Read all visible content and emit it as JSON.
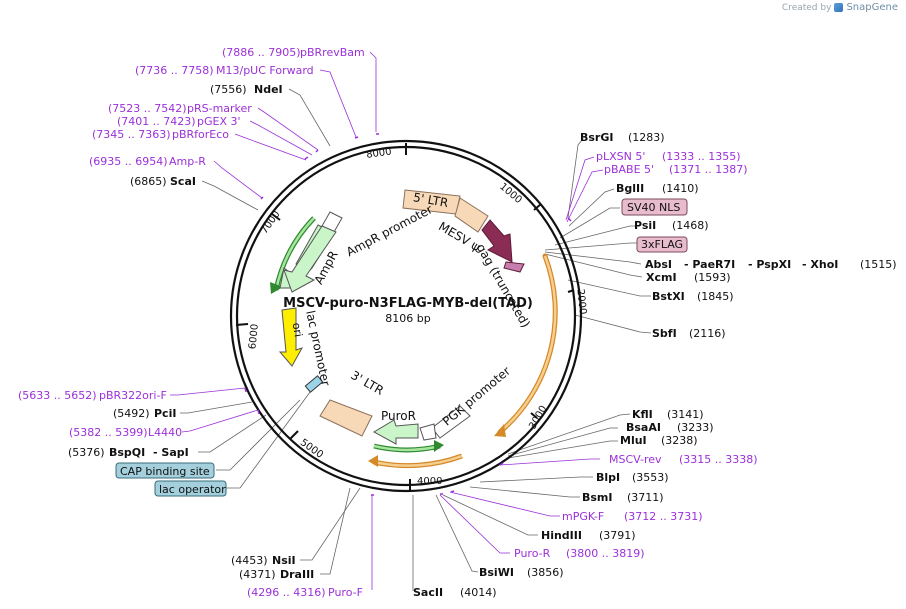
{
  "credit": {
    "prefix": "Created by",
    "brand": "SnapGene"
  },
  "plasmid": {
    "name": "MSCV-puro-N3FLAG-MYB-del(TAD)",
    "length": "8106 bp",
    "total_bp": 8106
  },
  "ticks": [
    "1000",
    "2000",
    "3000",
    "4000",
    "5000",
    "6000",
    "7000",
    "8000"
  ],
  "colors": {
    "primer": "#9b30d9",
    "site": "#111111",
    "ltr": "#f7d9b8",
    "ampr": "#c9f5c9",
    "ori": "#ffee00",
    "mesv": "#8b2c55",
    "orange": "#f0b870",
    "green": "#5cc05c",
    "ltr_stroke": "#8a6f5a"
  },
  "features": [
    {
      "label": "5' LTR"
    },
    {
      "label": "MESV ψ"
    },
    {
      "label": "gag (truncated)"
    },
    {
      "label": "AmpR promoter"
    },
    {
      "label": "AmpR"
    },
    {
      "label": "ori"
    },
    {
      "label": "lac promoter"
    },
    {
      "label": "3' LTR"
    },
    {
      "label": "PuroR"
    },
    {
      "label": "PGK promoter"
    }
  ],
  "right_labels": [
    {
      "kind": "site",
      "name": "BsrGI",
      "pos": "(1283)"
    },
    {
      "kind": "primer",
      "name": "pLXSN 5'",
      "pos": "(1333 .. 1355)"
    },
    {
      "kind": "primer",
      "name": "pBABE 5'",
      "pos": "(1371 .. 1387)"
    },
    {
      "kind": "site",
      "name": "BglII",
      "pos": "(1410)"
    },
    {
      "kind": "box",
      "name": "SV40 NLS"
    },
    {
      "kind": "site",
      "name": "PsiI",
      "pos": "(1468)"
    },
    {
      "kind": "box",
      "name": "3xFLAG"
    },
    {
      "kind": "site",
      "name": "AbsI",
      "extra1": "- PaeR7I",
      "extra2": "- PspXI",
      "extra3": "- XhoI",
      "pos": "(1515)"
    },
    {
      "kind": "site",
      "name": "XcmI",
      "pos": "(1593)"
    },
    {
      "kind": "site",
      "name": "BstXI",
      "pos": "(1845)"
    },
    {
      "kind": "site",
      "name": "SbfI",
      "pos": "(2116)"
    },
    {
      "kind": "site",
      "name": "KflI",
      "pos": "(3141)"
    },
    {
      "kind": "site",
      "name": "BsaAI",
      "pos": "(3233)"
    },
    {
      "kind": "site",
      "name": "MluI",
      "pos": "(3238)"
    },
    {
      "kind": "primer",
      "name": "MSCV-rev",
      "pos": "(3315 .. 3338)"
    },
    {
      "kind": "site",
      "name": "BlpI",
      "pos": "(3553)"
    },
    {
      "kind": "site",
      "name": "BsmI",
      "pos": "(3711)"
    },
    {
      "kind": "primer",
      "name": "mPGK-F",
      "pos": "(3712 .. 3731)"
    },
    {
      "kind": "site",
      "name": "HindIII",
      "pos": "(3791)"
    },
    {
      "kind": "primer",
      "name": "Puro-R",
      "pos": "(3800 .. 3819)"
    },
    {
      "kind": "site",
      "name": "BsiWI",
      "pos": "(3856)"
    },
    {
      "kind": "site",
      "name": "SacII",
      "pos": "(4014)"
    }
  ],
  "left_labels": [
    {
      "kind": "primer",
      "name": "pBRrevBam",
      "pos": "(7886 .. 7905)"
    },
    {
      "kind": "primer",
      "name": "M13/pUC Forward",
      "pos": "(7736 .. 7758)"
    },
    {
      "kind": "site",
      "name": "NdeI",
      "pos": "(7556)"
    },
    {
      "kind": "primer",
      "name": "pRS-marker",
      "pos": "(7523 .. 7542)"
    },
    {
      "kind": "primer",
      "name": "pGEX 3'",
      "pos": "(7401 .. 7423)"
    },
    {
      "kind": "primer",
      "name": "pBRforEco",
      "pos": "(7345 .. 7363)"
    },
    {
      "kind": "primer",
      "name": "Amp-R",
      "pos": "(6935 .. 6954)"
    },
    {
      "kind": "site",
      "name": "ScaI",
      "pos": "(6865)"
    },
    {
      "kind": "primer",
      "name": "pBR322ori-F",
      "pos": "(5633 .. 5652)"
    },
    {
      "kind": "site",
      "name": "PciI",
      "pos": "(5492)"
    },
    {
      "kind": "primer",
      "name": "L4440",
      "pos": "(5382 .. 5399)"
    },
    {
      "kind": "site",
      "name": "BspQI",
      "extra1": "- SapI",
      "pos": "(5376)"
    },
    {
      "kind": "box2",
      "name": "CAP binding site"
    },
    {
      "kind": "box2",
      "name": "lac operator"
    },
    {
      "kind": "site",
      "name": "NsiI",
      "pos": "(4453)"
    },
    {
      "kind": "site",
      "name": "DraIII",
      "pos": "(4371)"
    },
    {
      "kind": "primer",
      "name": "Puro-F",
      "pos": "(4296 .. 4316)"
    }
  ]
}
